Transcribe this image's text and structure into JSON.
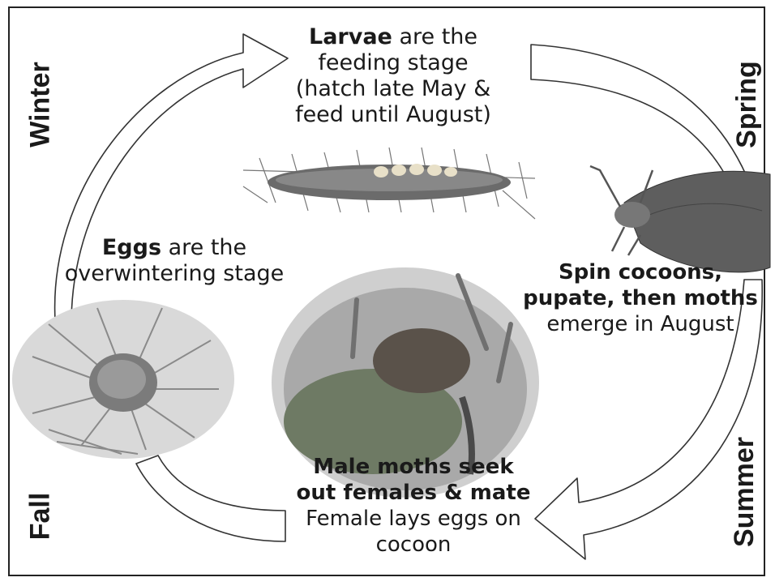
{
  "seasons": {
    "winter": "Winter",
    "spring": "Spring",
    "summer": "Summer",
    "fall": "Fall"
  },
  "stages": {
    "larvae": {
      "bold": "Larvae",
      "line1_rest": " are the",
      "line2": "feeding stage",
      "line3": "(hatch late May &",
      "line4": "feed until August)"
    },
    "pupae": {
      "line1": "Spin cocoons,",
      "line2": "pupate, then moths",
      "line3": "emerge in August"
    },
    "adults": {
      "line1": "Male moths seek",
      "line2": "out females & mate",
      "line3": "Female lays eggs on",
      "line4": "cocoon"
    },
    "eggs": {
      "bold": "Eggs",
      "line1_rest": " are the",
      "line2": "overwintering stage"
    }
  },
  "illustrations": [
    "caterpillar",
    "moth",
    "cocoon-with-female",
    "egg-mass-on-needles"
  ]
}
